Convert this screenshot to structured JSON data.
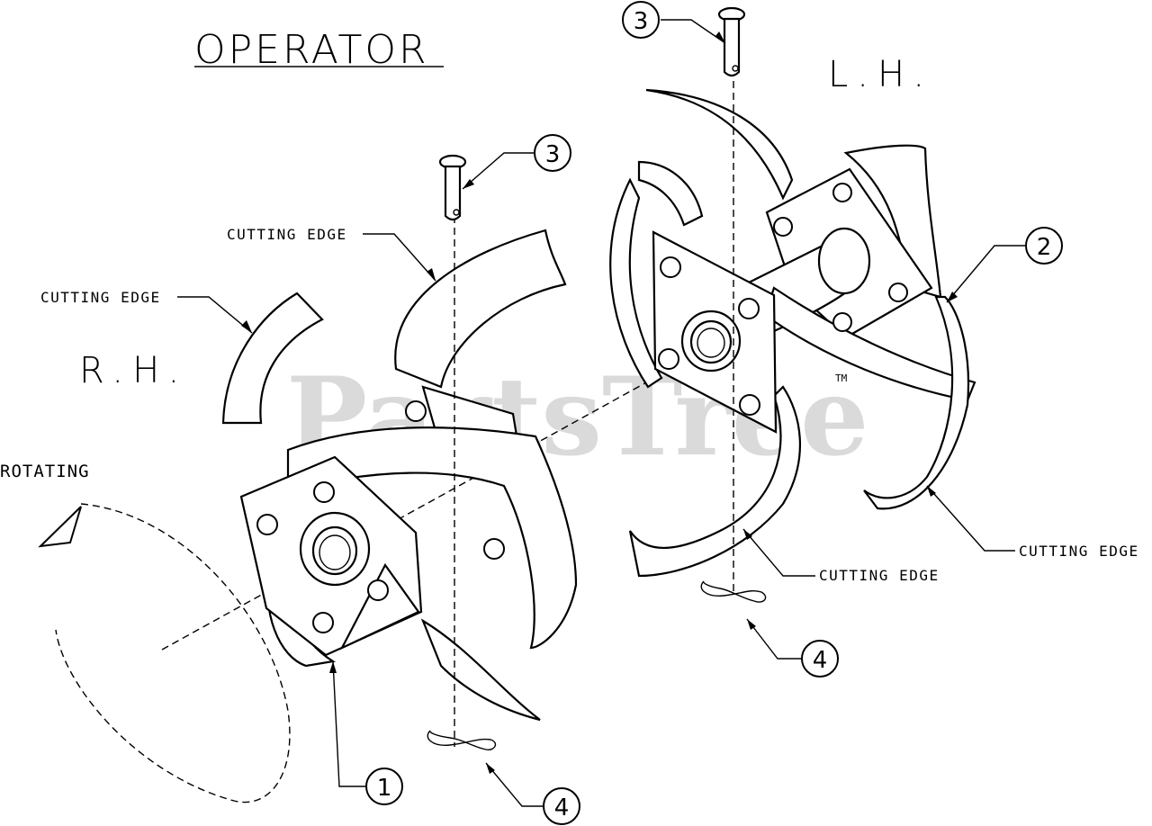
{
  "diagram": {
    "title": "OPERATOR",
    "side_labels": {
      "left": "R.H.",
      "right": "L.H."
    },
    "rotation_label": "ROTATING",
    "watermark": "PartsTree",
    "watermark_tm": "TM",
    "callout_label": "CUTTING EDGE",
    "callouts": [
      "1",
      "2",
      "3",
      "3",
      "4",
      "4"
    ]
  }
}
